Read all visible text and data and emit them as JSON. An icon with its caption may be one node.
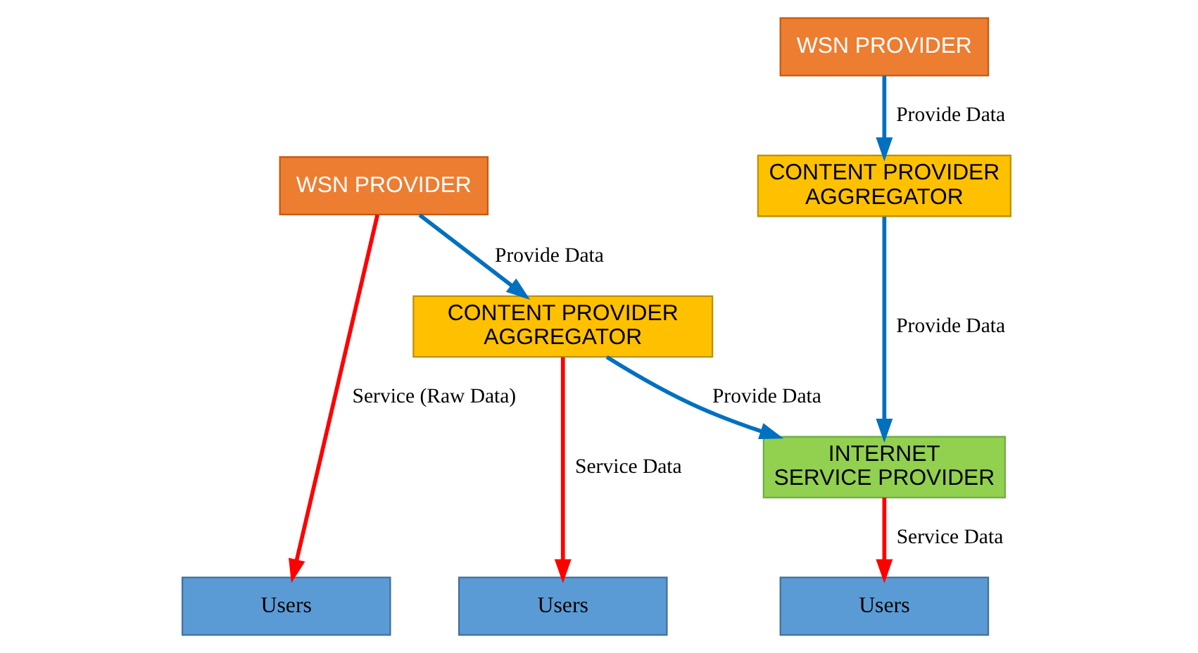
{
  "diagram": {
    "nodes": [
      {
        "text": [
          "WSN PROVIDER"
        ]
      },
      {
        "text": [
          "WSN PROVIDER"
        ]
      },
      {
        "text": [
          "CONTENT PROVIDER AGGREGATOR"
        ]
      },
      {
        "text": [
          "CONTENT PROVIDER AGGREGATOR"
        ]
      },
      {
        "text": [
          "INTERNET SERVICE PROVIDER"
        ]
      },
      {
        "text": [
          "Users"
        ]
      },
      {
        "text": [
          "Users"
        ]
      },
      {
        "text": [
          "Users"
        ]
      }
    ],
    "edges": [
      {
        "from": 0,
        "to": 2,
        "arrow": "to",
        "label": "Provide Data"
      },
      {
        "from": 0,
        "to": 5,
        "arrow": "to",
        "label": "Service (Raw Data)",
        "color": "#ff0000"
      },
      {
        "from": 1,
        "to": 3,
        "arrow": "to",
        "label": "Provide Data"
      },
      {
        "from": 3,
        "to": 4,
        "arrow": "to",
        "label": "Provide Data"
      },
      {
        "from": 2,
        "to": 4,
        "arrow": "to",
        "label": "Provide Data"
      },
      {
        "from": 2,
        "to": 6,
        "arrow": "to",
        "label": "Service Data",
        "color": "#ff0000"
      },
      {
        "from": 4,
        "to": 7,
        "arrow": "to",
        "label": "Service Data",
        "color": "#ff0000"
      }
    ]
  }
}
